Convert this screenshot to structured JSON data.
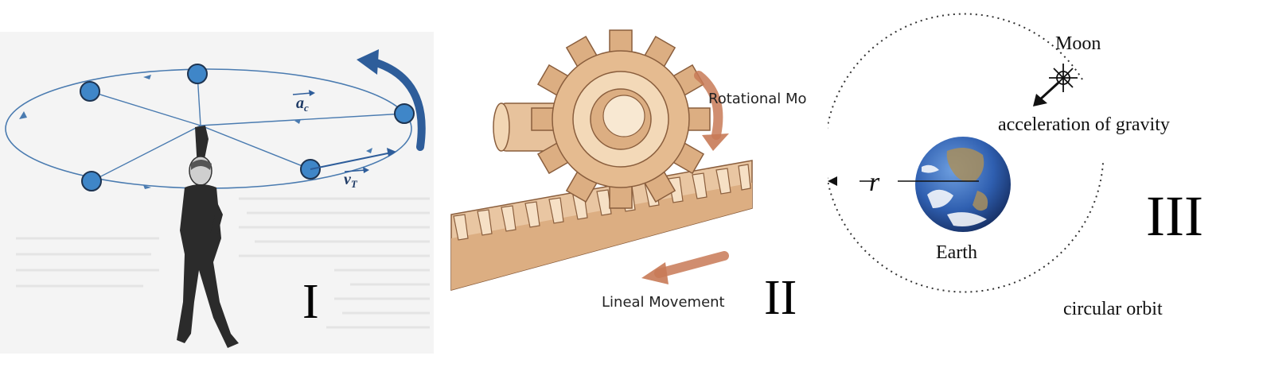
{
  "panels": [
    {
      "numeral": "I",
      "labels": {
        "centripetal_acceleration": "a",
        "centripetal_sub": "c",
        "tangential_velocity": "v",
        "tangential_sub": "T"
      }
    },
    {
      "numeral": "II",
      "labels": {
        "rotational": "Rotational Mo",
        "linear": "Lineal Movement"
      }
    },
    {
      "numeral": "III",
      "labels": {
        "moon": "Moon",
        "acceleration": "acceleration of gravity",
        "radius": "r",
        "earth": "Earth",
        "orbit": "circular orbit"
      }
    }
  ],
  "colors": {
    "orbit_line": "#4a7bb0",
    "arrow_blue": "#2e5d9a",
    "ball_blue": "#3f86c8",
    "gear_light": "#f3d9b8",
    "gear_mid": "#dcae82",
    "gear_dark": "#b47e55",
    "motion_arrow": "#c87a57"
  }
}
